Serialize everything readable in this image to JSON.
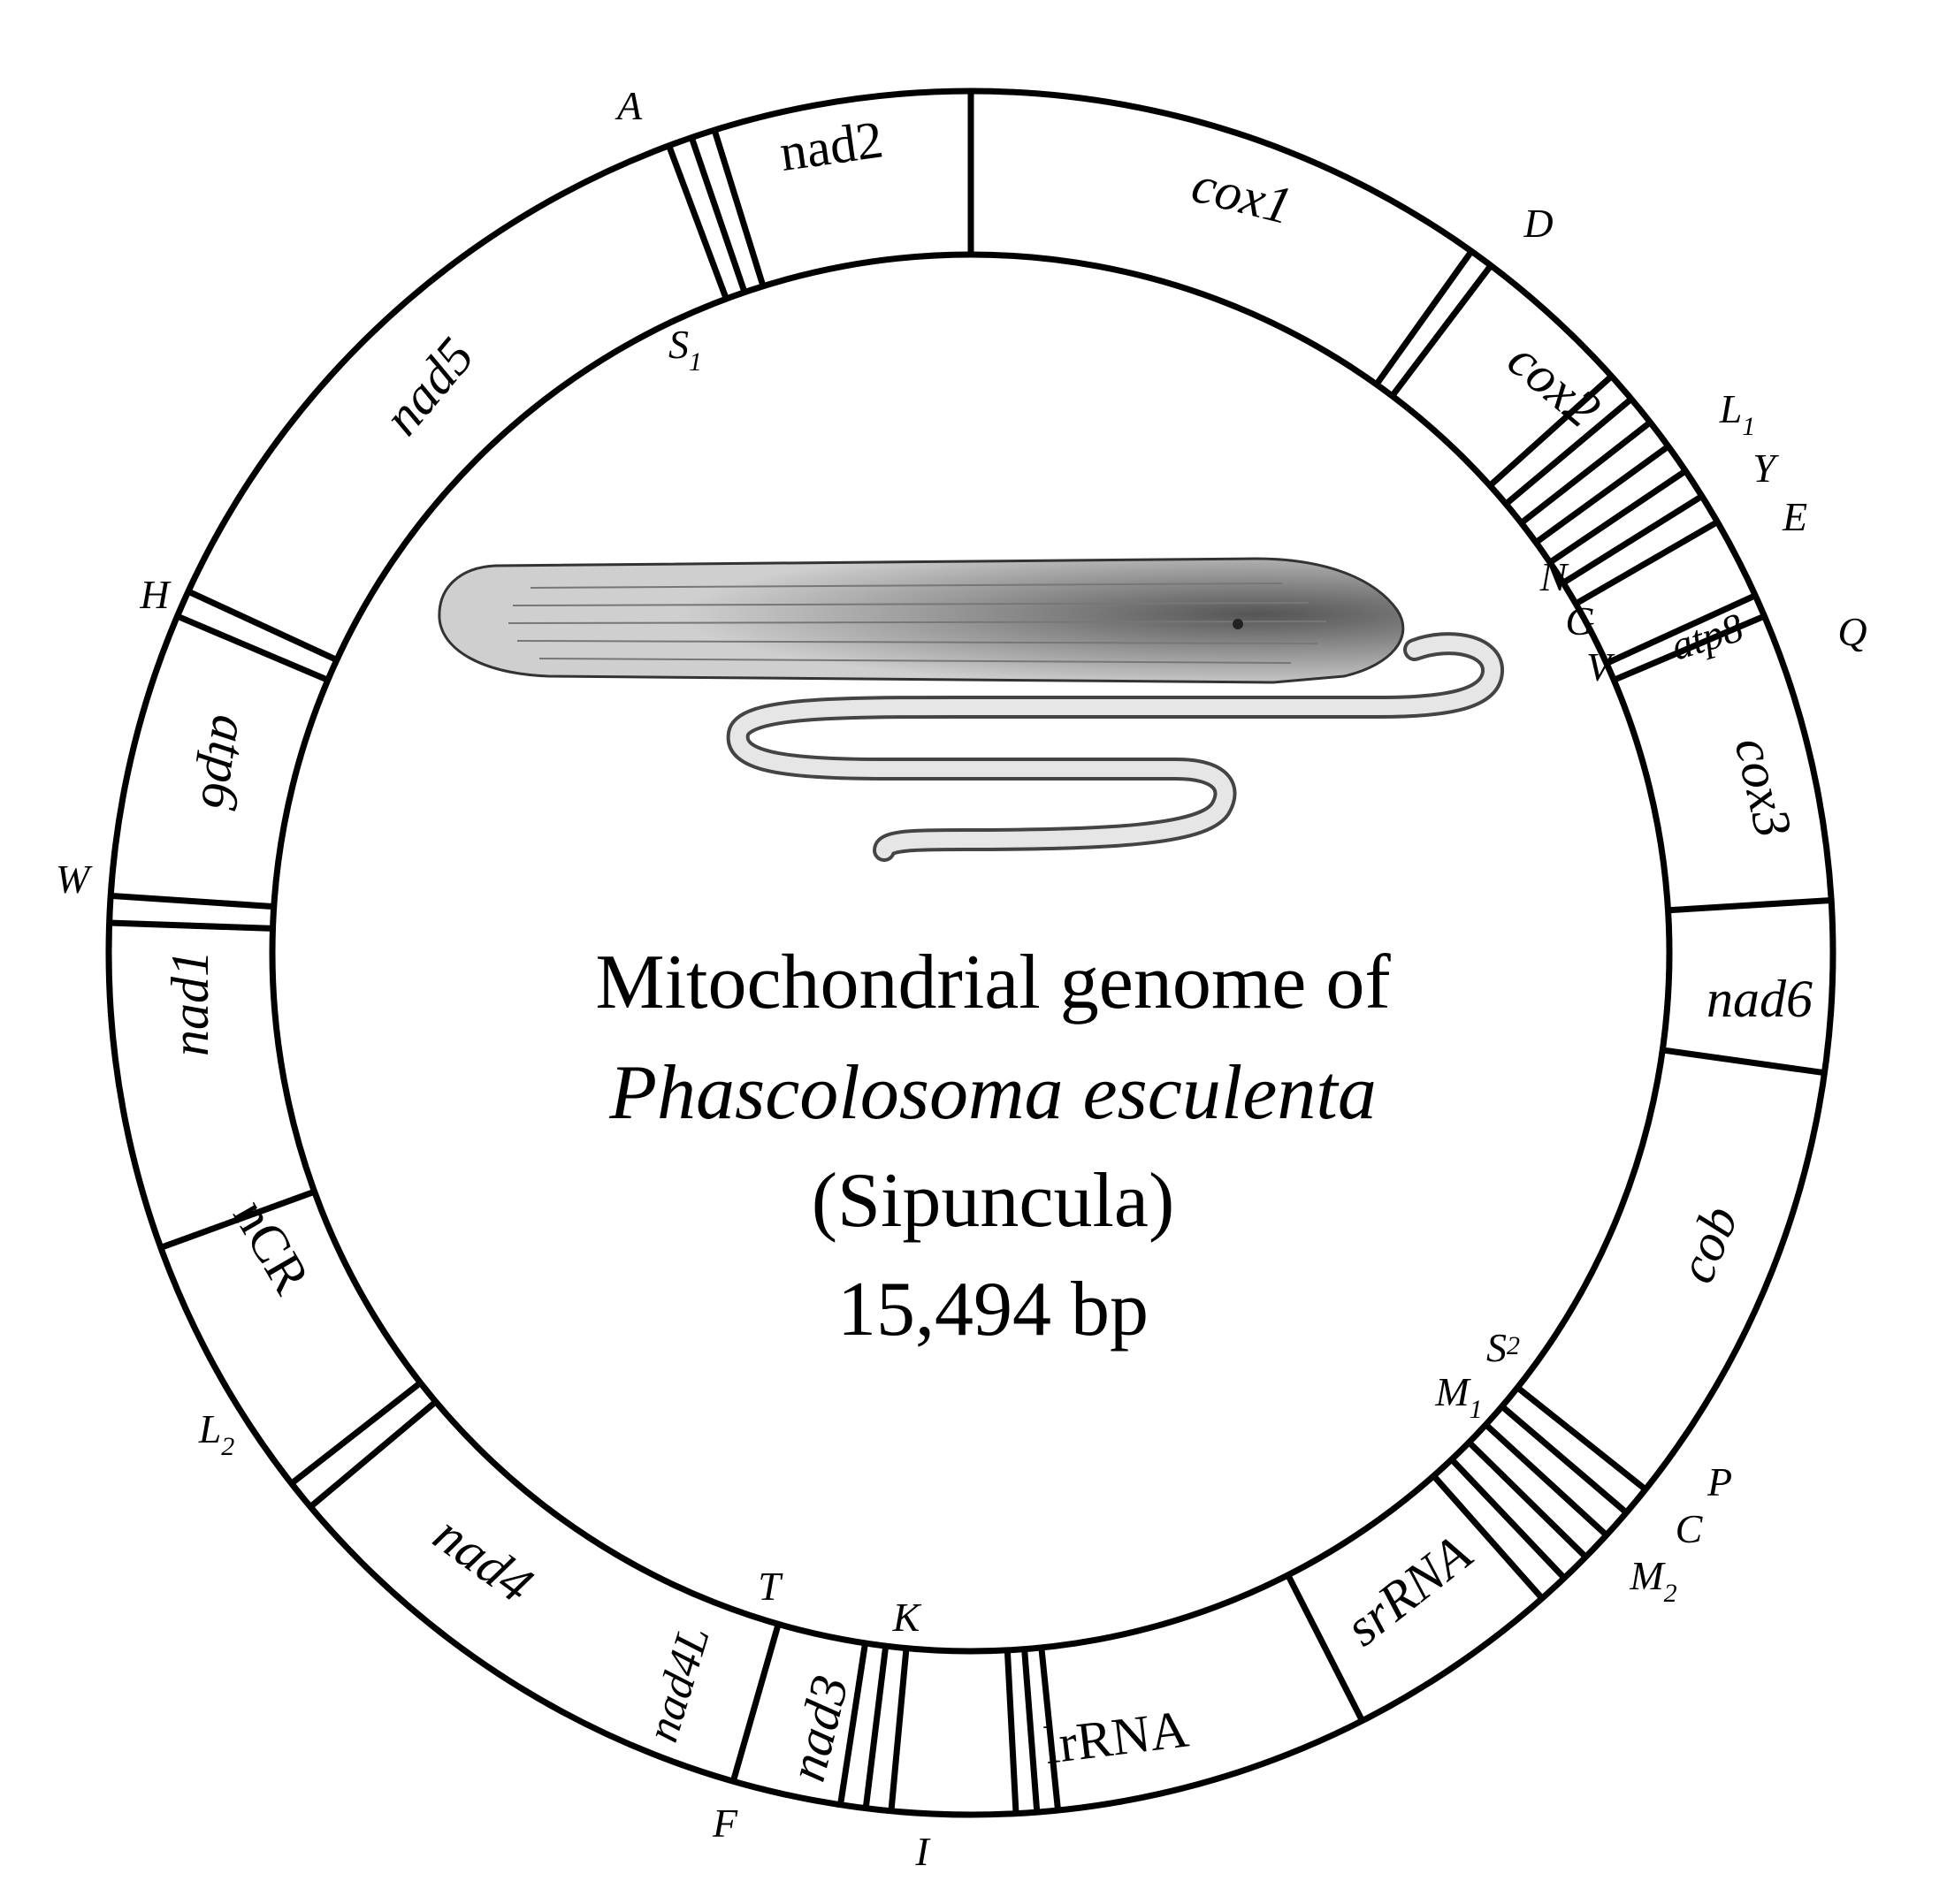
{
  "title_lines": [
    {
      "text": "Mitochondrial genome of",
      "italic": false
    },
    {
      "text": "Phascolosoma esculenta",
      "italic": true
    },
    {
      "text": "(Sipuncula)",
      "italic": false
    },
    {
      "text": "15,494 bp",
      "italic": false
    }
  ],
  "genes": [
    {
      "text": "nad2",
      "italic": false
    },
    {
      "text": "cox1",
      "italic": true
    },
    {
      "text": "cox2",
      "italic": true
    },
    {
      "text": "atp8",
      "italic": true
    },
    {
      "text": "cox3",
      "italic": true
    },
    {
      "text": "nad6",
      "italic": true
    },
    {
      "text": "cob",
      "italic": true
    },
    {
      "text": "srRNA",
      "italic": true
    },
    {
      "text": "lrRNA",
      "italic": false
    },
    {
      "text": "nad3",
      "italic": true
    },
    {
      "text": "nad4L",
      "italic": true
    },
    {
      "text": "nad4",
      "italic": true
    },
    {
      "text": "nCR",
      "italic": false
    },
    {
      "text": "nad1",
      "italic": true
    },
    {
      "text": "atp6",
      "italic": true
    },
    {
      "text": "nad5",
      "italic": true
    }
  ],
  "trnas": [
    {
      "base": "A",
      "sub": ""
    },
    {
      "base": "S",
      "sub": "1"
    },
    {
      "base": "D",
      "sub": ""
    },
    {
      "base": "L",
      "sub": "1"
    },
    {
      "base": "Y",
      "sub": ""
    },
    {
      "base": "E",
      "sub": ""
    },
    {
      "base": "N",
      "sub": ""
    },
    {
      "base": "G",
      "sub": ""
    },
    {
      "base": "V",
      "sub": ""
    },
    {
      "base": "Q",
      "sub": ""
    },
    {
      "base": "S",
      "sub": "2"
    },
    {
      "base": "M",
      "sub": "1"
    },
    {
      "base": "P",
      "sub": ""
    },
    {
      "base": "C",
      "sub": ""
    },
    {
      "base": "M",
      "sub": "2"
    },
    {
      "base": "T",
      "sub": ""
    },
    {
      "base": "K",
      "sub": ""
    },
    {
      "base": "F",
      "sub": ""
    },
    {
      "base": "I",
      "sub": ""
    },
    {
      "base": "L",
      "sub": "2"
    },
    {
      "base": "W",
      "sub": ""
    },
    {
      "base": "H",
      "sub": ""
    }
  ],
  "illustration": {
    "icon": "sipunculid-worm-drawing"
  },
  "colors": {
    "ink": "#000000",
    "background": "#ffffff"
  }
}
